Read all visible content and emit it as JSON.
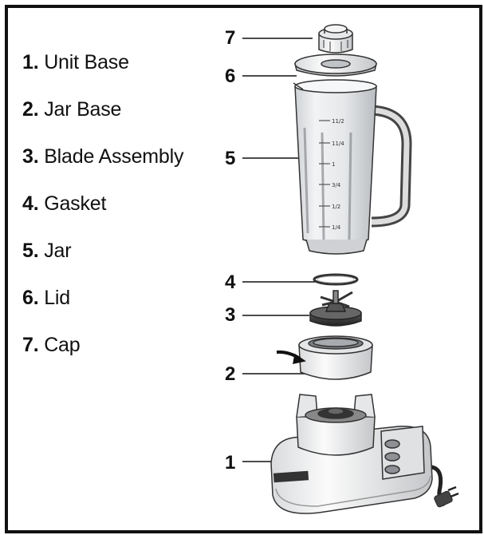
{
  "legend": [
    {
      "num": "1.",
      "label": "Unit Base"
    },
    {
      "num": "2.",
      "label": "Jar Base"
    },
    {
      "num": "3.",
      "label": "Blade Assembly"
    },
    {
      "num": "4.",
      "label": "Gasket"
    },
    {
      "num": "5.",
      "label": "Jar"
    },
    {
      "num": "6.",
      "label": "Lid"
    },
    {
      "num": "7.",
      "label": "Cap"
    }
  ],
  "callouts": [
    "1",
    "2",
    "3",
    "4",
    "5",
    "6",
    "7"
  ],
  "jar_markings": [
    "11/2",
    "11/4",
    "1",
    "3/4",
    "1/2",
    "1/4"
  ]
}
